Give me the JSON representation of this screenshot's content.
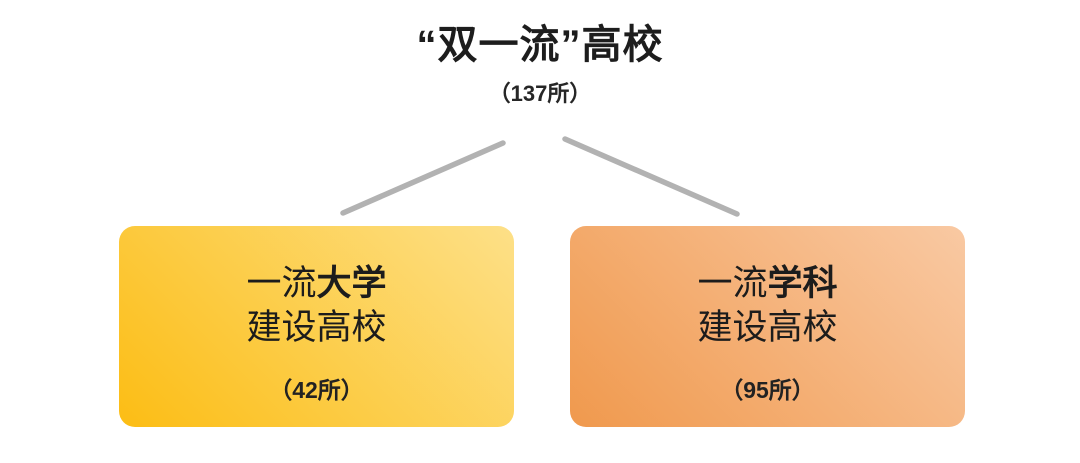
{
  "root": {
    "title": "“双一流”高校",
    "count": "（137所）"
  },
  "connector": {
    "color": "#b2b2b2"
  },
  "nodes": [
    {
      "title_regular": "一流",
      "title_bold": "大学",
      "subtitle": "建设高校",
      "count": "（42所）",
      "gradient_light": "#fde088",
      "gradient_dark": "#fcbd14"
    },
    {
      "title_regular": "一流",
      "title_bold": "学科",
      "subtitle": "建设高校",
      "count": "（95所）",
      "gradient_light": "#f9c9a3",
      "gradient_dark": "#f0994d"
    }
  ]
}
